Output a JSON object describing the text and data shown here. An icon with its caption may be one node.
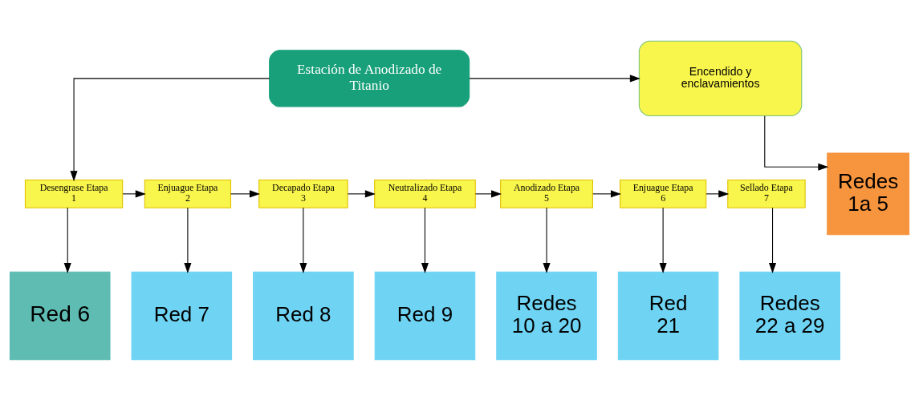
{
  "diagram": {
    "nodes": [
      {
        "text": [
          "Estación de Anodizado de Titanio"
        ]
      },
      {
        "text": [
          "Encendido y enclavamientos"
        ]
      },
      {
        "text": [
          "Redes 1a 5"
        ]
      },
      {
        "text": [
          "Desengrase Etapa 1"
        ]
      },
      {
        "text": [
          "Enjuague Etapa 2"
        ]
      },
      {
        "text": [
          "Decapado Etapa 3"
        ]
      },
      {
        "text": [
          "Neutralizado Etapa 4"
        ]
      },
      {
        "text": [
          "Anodizado Etapa 5"
        ]
      },
      {
        "text": [
          "Enjuague Etapa 6"
        ]
      },
      {
        "text": [
          "Sellado Etapa 7"
        ]
      },
      {
        "text": [
          "Red 6"
        ]
      },
      {
        "text": [
          "Red 7"
        ]
      },
      {
        "text": [
          "Red 8"
        ]
      },
      {
        "text": [
          "Red 9"
        ]
      },
      {
        "text": [
          "Redes 10 a 20"
        ]
      },
      {
        "text": [
          "Red 21"
        ]
      },
      {
        "text": [
          "Redes 22 a 29"
        ]
      }
    ],
    "edges": [
      {
        "from": 0,
        "to": 1,
        "arrow": "to"
      },
      {
        "from": 1,
        "to": 2,
        "arrow": "to"
      },
      {
        "from": 0,
        "to": 3,
        "arrow": "to"
      },
      {
        "from": 3,
        "to": 4,
        "arrow": "to"
      },
      {
        "from": 4,
        "to": 5,
        "arrow": "to"
      },
      {
        "from": 5,
        "to": 6,
        "arrow": "to"
      },
      {
        "from": 6,
        "to": 7,
        "arrow": "to"
      },
      {
        "from": 7,
        "to": 8,
        "arrow": "to"
      },
      {
        "from": 8,
        "to": 9,
        "arrow": "to"
      },
      {
        "from": 3,
        "to": 10,
        "arrow": "to"
      },
      {
        "from": 4,
        "to": 11,
        "arrow": "to"
      },
      {
        "from": 5,
        "to": 12,
        "arrow": "to"
      },
      {
        "from": 6,
        "to": 13,
        "arrow": "to"
      },
      {
        "from": 7,
        "to": 14,
        "arrow": "to"
      },
      {
        "from": 8,
        "to": 15,
        "arrow": "to"
      },
      {
        "from": 9,
        "to": 16,
        "arrow": "to"
      }
    ]
  }
}
